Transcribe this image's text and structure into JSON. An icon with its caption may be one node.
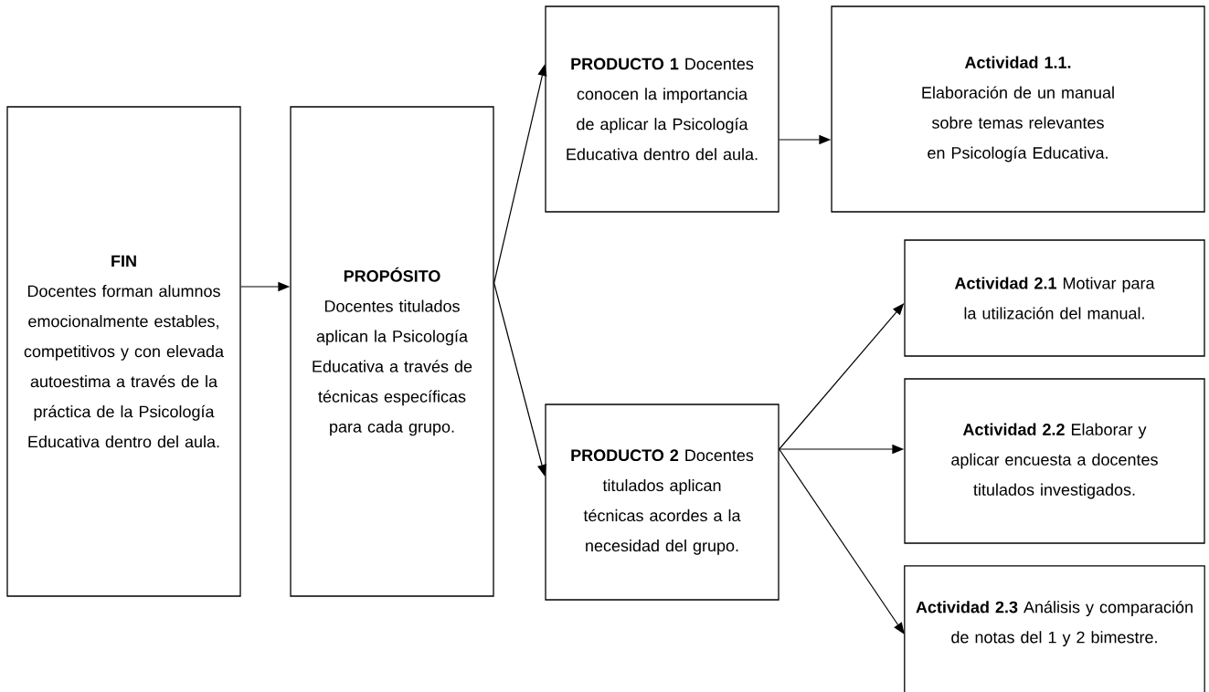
{
  "diagram": {
    "nodes": [
      {
        "text": [
          "FIN",
          "Docentes forman alumnos emocionalmente estables, competitivos y con elevada autoestima a través de la práctica de la Psicología Educativa dentro del aula."
        ]
      },
      {
        "text": [
          "PROPÓSITO",
          "Docentes titulados aplican la Psicología Educativa a través de técnicas específicas para cada grupo."
        ]
      },
      {
        "text": [
          "**PRODUCTO 1** Docentes conocen la importancia de aplicar la Psicología Educativa dentro del aula."
        ]
      },
      {
        "text": [
          "Actividad 1.1.",
          "Elaboración de un manual sobre temas relevantes en Psicología Educativa."
        ]
      },
      {
        "text": [
          "**PRODUCTO 2** Docentes titulados aplican técnicas acordes a la necesidad del grupo."
        ]
      },
      {
        "text": [
          "**Actividad 2.1** Motivar para la utilización del manual."
        ]
      },
      {
        "text": [
          "**Actividad 2.2** Elaborar y aplicar encuesta a docentes titulados investigados."
        ]
      },
      {
        "text": [
          "**Actividad 2.3** Análisis y comparación de notas del 1 y 2 bimestre."
        ]
      }
    ],
    "edges": [
      {
        "from": 0,
        "to": 1,
        "arrow": "to"
      },
      {
        "from": 1,
        "to": 2,
        "arrow": "to"
      },
      {
        "from": 1,
        "to": 4,
        "arrow": "to"
      },
      {
        "from": 2,
        "to": 3,
        "arrow": "to"
      },
      {
        "from": 4,
        "to": 5,
        "arrow": "to"
      },
      {
        "from": 4,
        "to": 6,
        "arrow": "to"
      },
      {
        "from": 4,
        "to": 7,
        "arrow": "to"
      }
    ]
  }
}
